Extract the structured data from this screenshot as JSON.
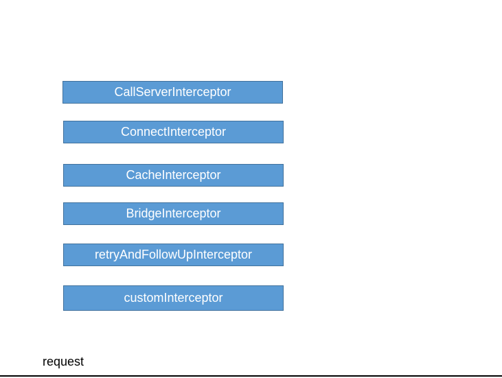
{
  "colors": {
    "box_fill": "#5b9bd5",
    "box_border": "#41719c",
    "box_text": "#ffffff",
    "label_text": "#000000"
  },
  "interceptors": [
    {
      "label": "CallServerInterceptor"
    },
    {
      "label": "ConnectInterceptor"
    },
    {
      "label": "CacheInterceptor"
    },
    {
      "label": "BridgeInterceptor"
    },
    {
      "label": "retryAndFollowUpInterceptor"
    },
    {
      "label": "customInterceptor"
    }
  ],
  "request_label": "request"
}
